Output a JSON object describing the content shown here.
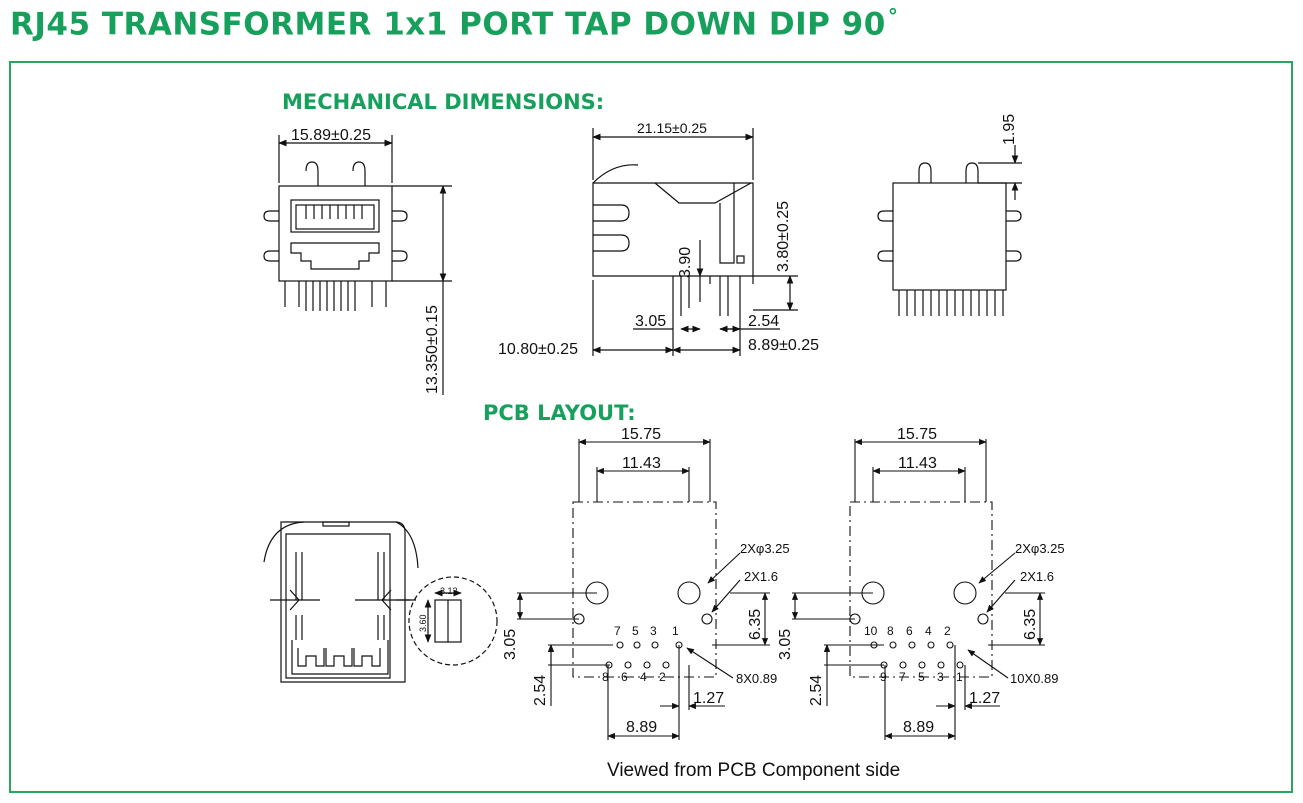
{
  "title": "RJ45 TRANSFORMER 1x1 PORT TAP DOWN DIP 90",
  "title_degree": "°",
  "mechanical": {
    "heading": "MECHANICAL DIMENSIONS:",
    "front_width": "15.89±0.25",
    "front_height": "13.350±0.15",
    "side_length": "21.15±0.25",
    "side_height": "3.80±0.25",
    "pin_height": "3.90",
    "offset_left": "10.80±0.25",
    "pin_gap": "3.05",
    "pin_pitch": "2.54",
    "pin_span": "8.89±0.25",
    "back_peg": "1.95"
  },
  "pcb": {
    "heading": "PCB LAYOUT:",
    "detail_w": "3.12",
    "detail_h": "3.60",
    "left": {
      "outer_width": "15.75",
      "inner_width": "11.43",
      "large_hole": "2Xφ3.25",
      "small_hole": "2X1.6",
      "row_top_pins": [
        "7",
        "5",
        "3",
        "1"
      ],
      "row_bottom_pins": [
        "8",
        "6",
        "4",
        "2"
      ],
      "pin_count": "8X0.89",
      "dim_635": "6.35",
      "dim_305": "3.05",
      "dim_254": "2.54",
      "dim_127": "1.27",
      "dim_889": "8.89"
    },
    "right": {
      "outer_width": "15.75",
      "inner_width": "11.43",
      "large_hole": "2Xφ3.25",
      "small_hole": "2X1.6",
      "row_top_pins": [
        "10",
        "8",
        "6",
        "4",
        "2"
      ],
      "row_bottom_pins": [
        "9",
        "7",
        "5",
        "3",
        "1"
      ],
      "pin_count": "10X0.89",
      "dim_635": "6.35",
      "dim_305": "3.05",
      "dim_254": "2.54",
      "dim_127": "1.27",
      "dim_889": "8.89"
    },
    "caption": "Viewed from PCB Component side"
  }
}
